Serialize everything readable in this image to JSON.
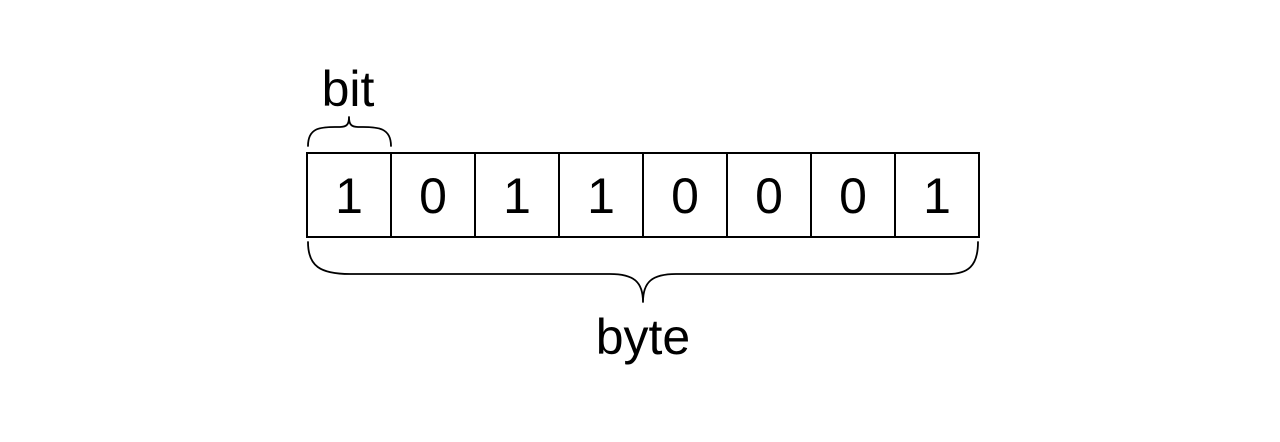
{
  "diagram": {
    "bit_label": "bit",
    "byte_label": "byte",
    "bits": [
      "1",
      "0",
      "1",
      "1",
      "0",
      "0",
      "0",
      "1"
    ]
  }
}
